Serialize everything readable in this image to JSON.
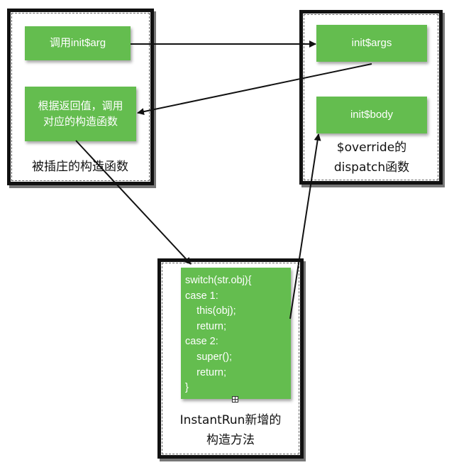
{
  "diagram": {
    "left_box": {
      "node_call_init_arg": "调用init$arg",
      "node_choose_ctor": "根据返回值，调用\n对应的构造函数",
      "caption": "被插庄的构造函数"
    },
    "right_box": {
      "node_init_args": "init$args",
      "node_init_body": "init$body",
      "caption_line1": "$override的",
      "caption_line2": "dispatch函数"
    },
    "bottom_box": {
      "code": "switch(str.obj){\ncase 1:\n    this(obj);\n    return;\ncase 2:\n    super();\n    return;\n}",
      "caption_line1": "InstantRun新增的",
      "caption_line2": "构造方法"
    },
    "colors": {
      "node_fill": "#64bd4f",
      "node_text": "#ffffff",
      "frame": "#111111"
    }
  }
}
